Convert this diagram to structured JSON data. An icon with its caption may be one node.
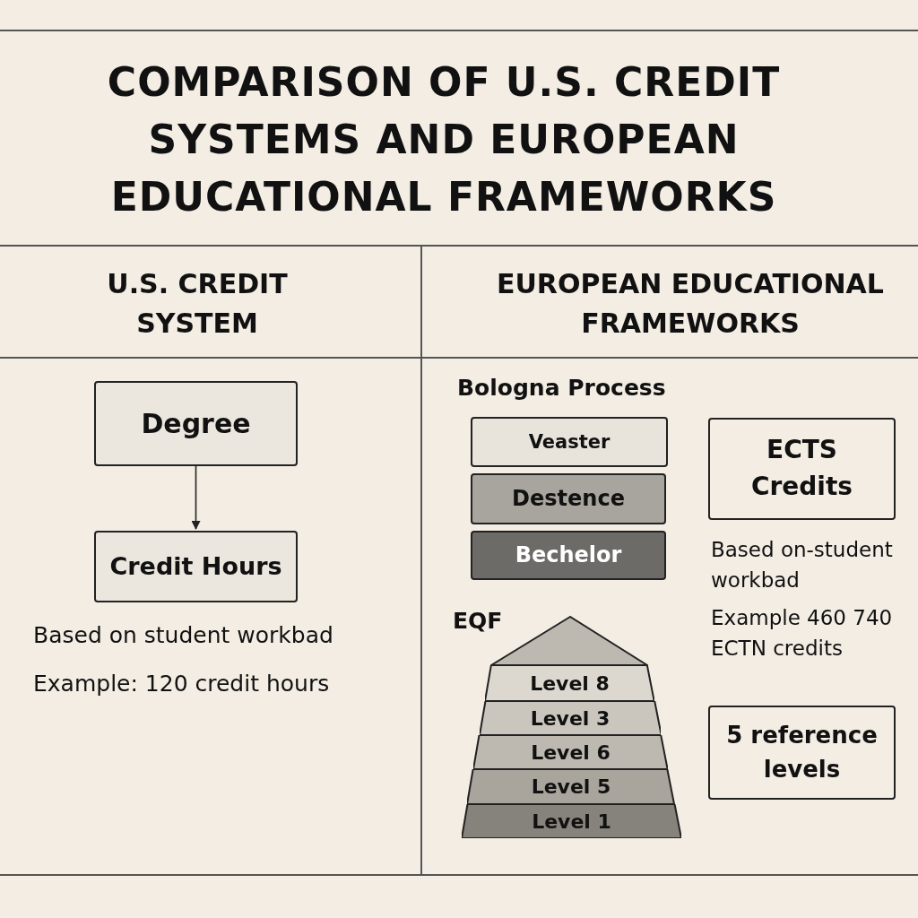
{
  "diagram": {
    "title": "COMPARISON OF U.S. CREDIT SYSTEMS AND EUROPEAN EDUCATIONAL FRAMEWORKS",
    "nodes": [
      {
        "text": [
          "Degree"
        ]
      },
      {
        "text": [
          "Credit Hours"
        ]
      },
      {
        "text": [
          "Veaster"
        ]
      },
      {
        "text": [
          "Destence"
        ]
      },
      {
        "text": [
          "Bechelor"
        ]
      },
      {
        "text": [
          "ECTS Credits"
        ]
      },
      {
        "text": [],
        "shape": "triangle"
      },
      {
        "text": [
          "Level 8"
        ]
      },
      {
        "text": [
          "Level 3"
        ]
      },
      {
        "text": [
          "Level 6"
        ]
      },
      {
        "text": [
          "Level 5"
        ]
      },
      {
        "text": [
          "Level 1"
        ]
      },
      {
        "text": [
          "5 reference levels"
        ]
      }
    ],
    "edges": [
      {
        "from": 0,
        "to": 1,
        "arrow": "to"
      }
    ],
    "labels": [
      "U.S. CREDIT SYSTEM",
      "EUROPEAN EDUCATIONAL FRAMEWORKS",
      "Bologna Process",
      "Based on student workbad",
      "Example: 120 credit hours",
      "Based on-student workbad",
      "EQF",
      "Example 460 740 ECTN credits"
    ]
  }
}
